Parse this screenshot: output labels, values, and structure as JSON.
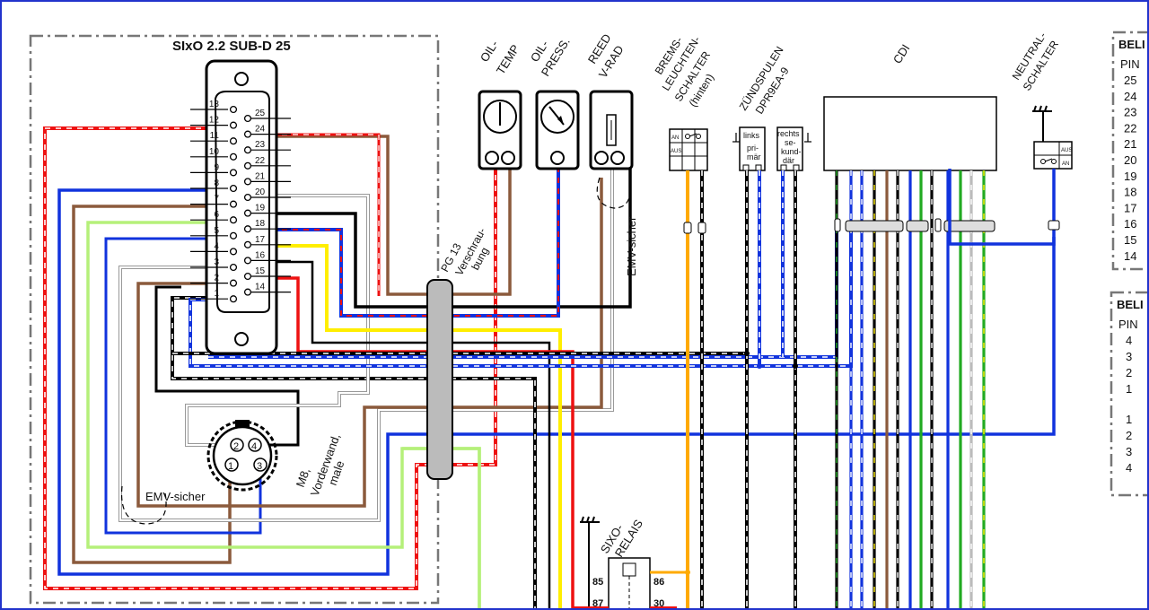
{
  "sixo_box": {
    "title": "SIxO 2.2 SUB-D 25",
    "pins_left": [
      "13",
      "12",
      "11",
      "10",
      "9",
      "8",
      "7",
      "6",
      "5",
      "4",
      "3",
      "2",
      "1"
    ],
    "pins_right": [
      "25",
      "24",
      "23",
      "22",
      "21",
      "20",
      "19",
      "18",
      "17",
      "16",
      "15",
      "14"
    ],
    "emv_label": "EMV-sicher",
    "m8_label": [
      "M8,",
      "Vorderwand,",
      "male"
    ],
    "m8_pins": [
      "1",
      "2",
      "3",
      "4"
    ]
  },
  "pg13_label": [
    "PG 13",
    "Verschrau-",
    "bung"
  ],
  "sensors": {
    "oil_temp": [
      "OIL-",
      "TEMP"
    ],
    "oil_press": [
      "OIL-",
      "PRESS."
    ],
    "reed": [
      "REED",
      "V-RAD"
    ],
    "emv_sicher": "EMV-sicher"
  },
  "brems": {
    "label": [
      "BREMS-",
      "LEUCHTEN-",
      "SCHALTER",
      "(hinten)"
    ],
    "an": "AN",
    "aus": "AUS"
  },
  "zuend": {
    "label": [
      "ZÜNDSPULEN",
      "DPR9EA-9"
    ],
    "links": [
      "links",
      "pri-",
      "mär"
    ],
    "rechts": [
      "rechts",
      "se-",
      "kund-",
      "där"
    ]
  },
  "cdi": {
    "label": "CDI"
  },
  "neutral": {
    "label": [
      "NEUTRAL-",
      "SCHALTER"
    ],
    "aus": "AUS",
    "an": "AN"
  },
  "relais": {
    "label": [
      "SIXO-",
      "RELAIS"
    ],
    "p85": "85",
    "p86": "86",
    "p87": "87",
    "p30": "30"
  },
  "table1": {
    "header": "BELI",
    "pin": "PIN",
    "rows": [
      "25",
      "24",
      "23",
      "22",
      "21",
      "20",
      "19",
      "18",
      "17",
      "16",
      "15",
      "14"
    ]
  },
  "table2": {
    "header": "BELI",
    "pin": "PIN",
    "rows_a": [
      "4",
      "3",
      "2",
      "1"
    ],
    "rows_b": [
      "1",
      "2",
      "3",
      "4"
    ]
  },
  "colors": {
    "red": "#ee1111",
    "blue": "#1133dd",
    "brown": "#8b5a3c",
    "black": "#000000",
    "yellow": "#ffee00",
    "lightgreen": "#b5f07a",
    "green": "#22aa22",
    "orange": "#ffaa00",
    "grey": "#bbbbbb"
  }
}
